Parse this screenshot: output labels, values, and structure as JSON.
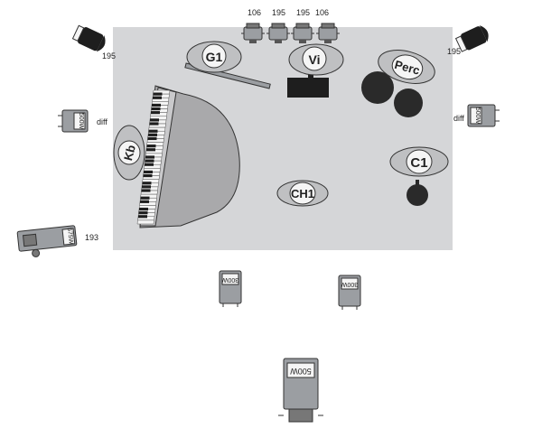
{
  "colors": {
    "stage": "#d5d6d8",
    "piano_body": "#a9a9ab",
    "fixture": "#9b9ea2",
    "dark": "#222222",
    "oval_fill": "#bfc0c2",
    "white": "#f5f5f5"
  },
  "stage": {
    "positions": {
      "g1": "G1",
      "vi": "Vi",
      "perc": "Perc",
      "kb": "Kb",
      "c1": "C1",
      "ch1": "CH1"
    }
  },
  "lights": {
    "top_row": [
      "106",
      "195",
      "195",
      "106"
    ],
    "top_left": "195",
    "top_right": "195",
    "side_left": "diff",
    "side_right": "diff",
    "lower_left": "193",
    "side_left_lamp": "500W",
    "side_right_lamp": "500W",
    "lower_left_lamp": "575W",
    "front_left_lamp": "300W",
    "front_right_lamp": "300W",
    "center_lamp": "500W"
  }
}
